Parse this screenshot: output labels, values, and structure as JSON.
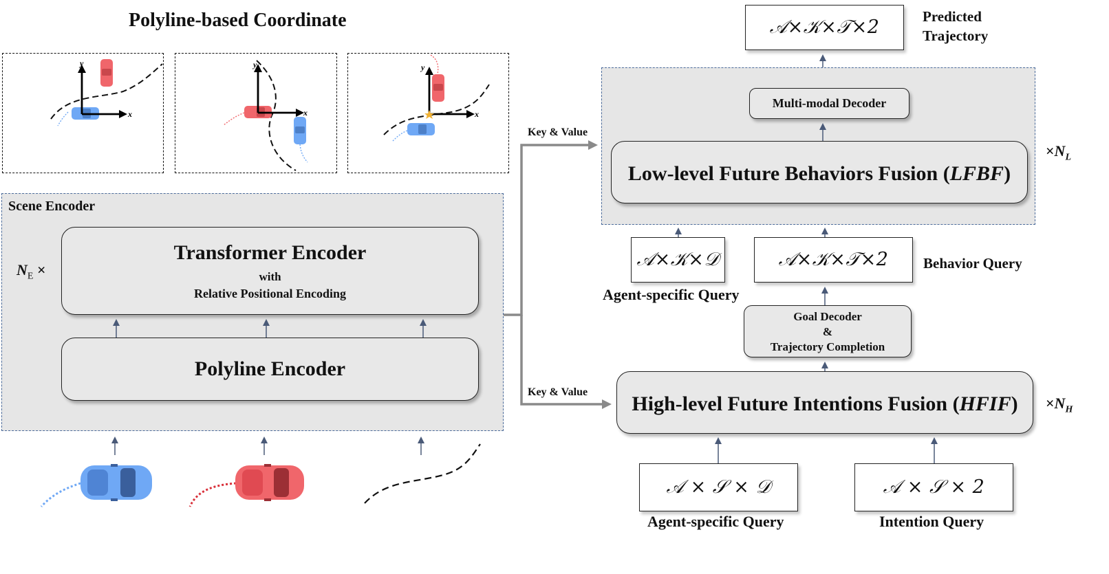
{
  "coordinate_section": {
    "title": "Polyline-based Coordinate",
    "axis_labels": {
      "x": "x",
      "y": "y"
    }
  },
  "scene_encoder": {
    "label": "Scene Encoder",
    "repeat_label": "N",
    "repeat_sub": "E",
    "repeat_times": "×",
    "transformer": {
      "title": "Transformer Encoder",
      "line2": "with",
      "line3": "Relative Positional Encoding"
    },
    "polyline": {
      "title": "Polyline Encoder"
    }
  },
  "key_value_top": "Key & Value",
  "key_value_bottom": "Key & Value",
  "predicted": {
    "formula": "𝒜×𝒦×𝒯×2",
    "label_line1": "Predicted",
    "label_line2": "Trajectory"
  },
  "lfbf": {
    "decoder": "Multi-modal Decoder",
    "title_prefix": "Low-level Future Behaviors Fusion (",
    "title_abbr": "LFBF",
    "title_suffix": ")",
    "repeat_times": "×",
    "repeat_var": "N",
    "repeat_sub": "L"
  },
  "queries_mid": {
    "agent_formula": "𝒜×𝒦×𝒟",
    "agent_label": "Agent-specific Query",
    "behavior_formula": "𝒜×𝒦×𝒯×2",
    "behavior_label": "Behavior Query"
  },
  "goal_decoder": {
    "line1": "Goal Decoder",
    "line2": "&",
    "line3": "Trajectory Completion"
  },
  "hfif": {
    "title_prefix": "High-level Future Intentions Fusion (",
    "title_abbr": "HFIF",
    "title_suffix": ")",
    "repeat_times": "×",
    "repeat_var": "N",
    "repeat_sub": "H"
  },
  "queries_bottom": {
    "agent_formula": "𝒜 × 𝒮 × 𝒟",
    "agent_label": "Agent-specific Query",
    "intention_formula": "𝒜 × 𝒮 × 2",
    "intention_label": "Intention Query"
  },
  "colors": {
    "agent_blue": "#6fa8f5",
    "agent_red": "#f0666b",
    "region_fill": "#e6e6e6",
    "box_fill": "#e8e8e8",
    "region_border": "#4a6a9a",
    "arrow": "#4a5a78",
    "gray_connector": "#8a8a8a"
  }
}
